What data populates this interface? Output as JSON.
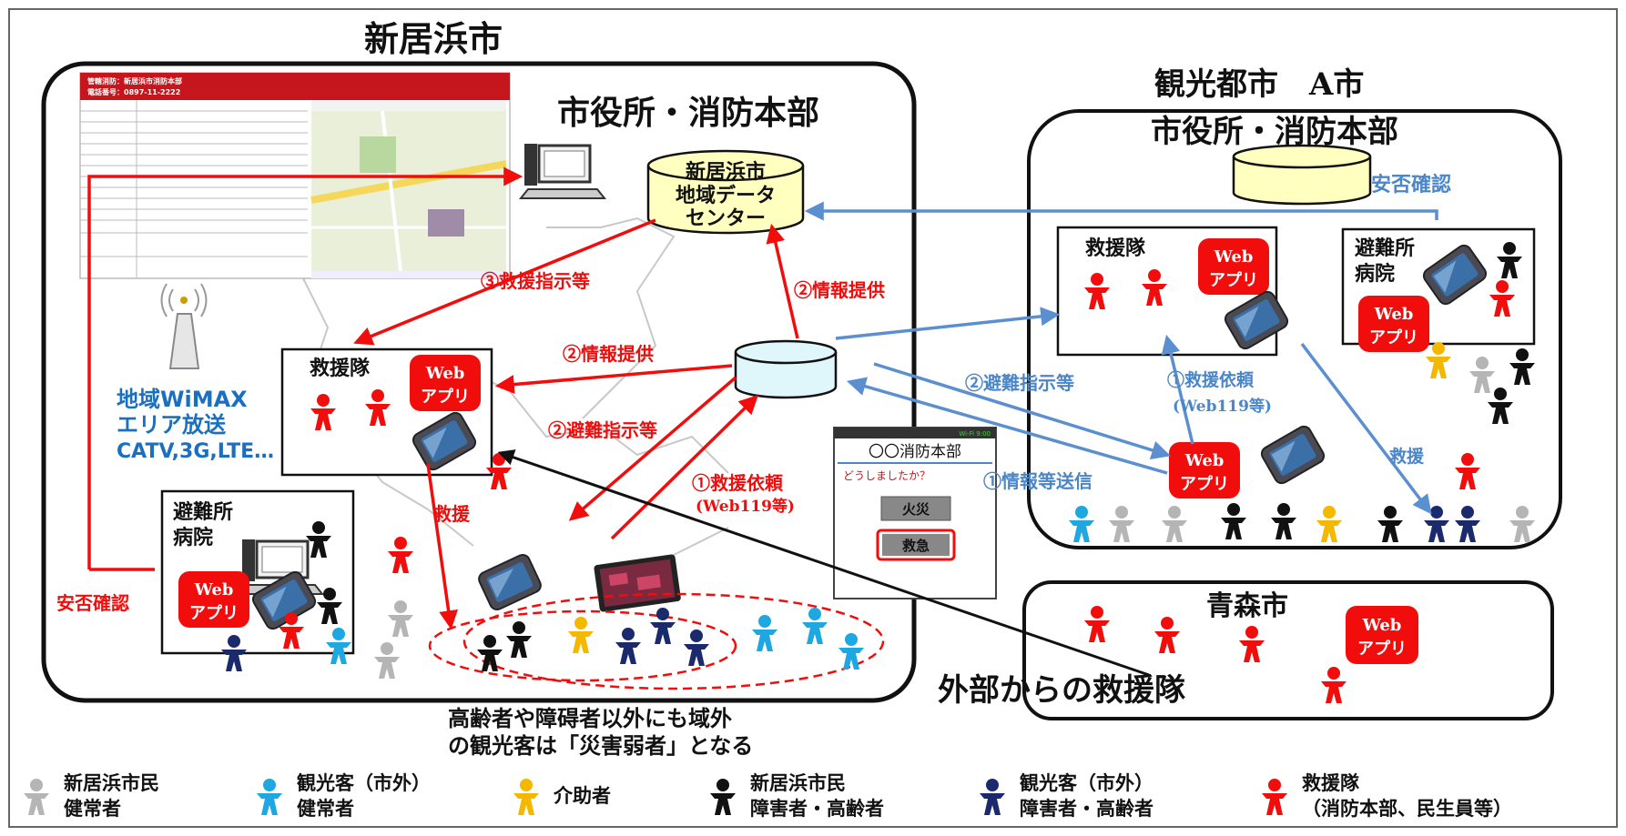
{
  "titles": {
    "niihama": "新居浜市",
    "city_hall": "市役所・消防本部",
    "tourist_city": "観光都市　A市",
    "tourist_hall": "市役所・消防本部",
    "aomori": "青森市",
    "external_team": "外部からの救援隊"
  },
  "datacenter": [
    "新居浜市",
    "地域データ",
    "センター"
  ],
  "boxes": {
    "rescue": "救援隊",
    "shelter": [
      "避難所",
      "病院"
    ]
  },
  "web_app": [
    "Web",
    "アプリ"
  ],
  "arrows": {
    "rescue_instruction": "③救援指示等",
    "info_provide_up": "②情報提供",
    "info_provide_left": "②情報提供",
    "evac_instruction_left": "②避難指示等",
    "rescue_request": [
      "①救援依頼",
      "(Web119等)"
    ],
    "rescue": "救援",
    "safety_check_left": "安否確認",
    "safety_check_right": "安否確認",
    "evac_instruction_right": "②避難指示等",
    "info_send": "①情報等送信",
    "rescue_request_right": [
      "①救援依頼",
      "(Web119等)"
    ],
    "rescue_right": "救援"
  },
  "wimax": [
    "地域WiMAX",
    "エリア放送",
    "CATV,3G,LTE…"
  ],
  "phone_app": {
    "header": "〇〇消防本部",
    "question": "どうしましたか？",
    "fire_button": "火災",
    "emergency_button": "救急",
    "status": "Wi-Fi 9:00"
  },
  "form": {
    "header_line1": "管轄消防：新居浜市消防本部",
    "header_line2": "電話番号：0897-11-2222"
  },
  "note": [
    "高齢者や障碍者以外にも域外",
    "の観光客は「災害弱者」となる"
  ],
  "legend": [
    {
      "color": "#b5b5b5",
      "lines": [
        "新居浜市民",
        "健常者"
      ]
    },
    {
      "color": "#1ea7e1",
      "lines": [
        "観光客（市外）",
        "健常者"
      ]
    },
    {
      "color": "#f5b800",
      "lines": [
        "介助者"
      ]
    },
    {
      "color": "#111111",
      "lines": [
        "新居浜市民",
        "障害者・高齢者"
      ]
    },
    {
      "color": "#1a2a6c",
      "lines": [
        "観光客（市外）",
        "障害者・高齢者"
      ]
    },
    {
      "color": "#f20d0d",
      "lines": [
        "救援隊",
        "（消防本部、民生員等）"
      ]
    }
  ],
  "colors": {
    "red": "#f20d0d",
    "blue": "#5b8fd0",
    "black": "#111111",
    "gray": "#b5b5b5",
    "cyan": "#1ea7e1",
    "yellow": "#f5b800",
    "navy": "#1a2a6c",
    "cylinder_yellow": "#ffffc0",
    "cylinder_cyan": "#dff6fb"
  }
}
